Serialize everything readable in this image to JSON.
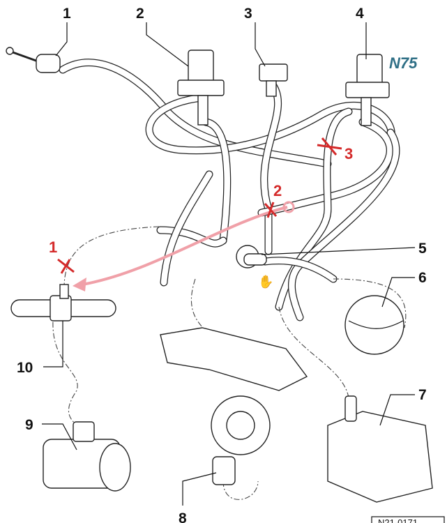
{
  "callouts": [
    "1",
    "2",
    "3",
    "4",
    "5",
    "6",
    "7",
    "8",
    "9",
    "10"
  ],
  "component_label": "N75",
  "annotations": {
    "mark_1": "1",
    "mark_2": "2",
    "mark_3": "3"
  },
  "reference_code": "N21-0171",
  "colors": {
    "annotation_red": "#d42a2a",
    "arrow_pink": "#f0a0a8",
    "label_teal": "#2f6f86"
  }
}
